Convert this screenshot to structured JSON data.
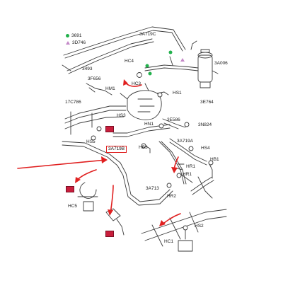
{
  "legend": {
    "green_dot_label": "3691",
    "purple_triangle_label": "3D746"
  },
  "labels": {
    "l3A719C": "3A719C",
    "l3493": "3493",
    "lHC4": "HC4",
    "lHC3": "HC3",
    "l3A006": "3A006",
    "l3F656": "3F656",
    "lHM1": "HM1",
    "lHS1": "HS1",
    "l3E764": "3E764",
    "l17C786": "17C786",
    "lHS3": "HS3",
    "lHN1": "HN1",
    "l3E586": "3E586",
    "l3N824": "3N824",
    "lHS5": "HS5",
    "l3A719A": "3A719A",
    "lHB3": "HB3",
    "lHS4": "HS4",
    "lHB1": "HB1",
    "lHR1a": "HR1",
    "lHR1b": "HR1",
    "l3A713": "3A713",
    "lHR2": "HR2",
    "lHC5": "HC5",
    "lHS2": "HS2",
    "lHC1": "HC1"
  },
  "callout": {
    "label": "3A719B"
  },
  "colors": {
    "line": "#3a3a3a",
    "arrow": "#e02020",
    "marker": "#c81e3c",
    "legend_green": "#22b14c",
    "legend_purple": "#c489c8"
  }
}
